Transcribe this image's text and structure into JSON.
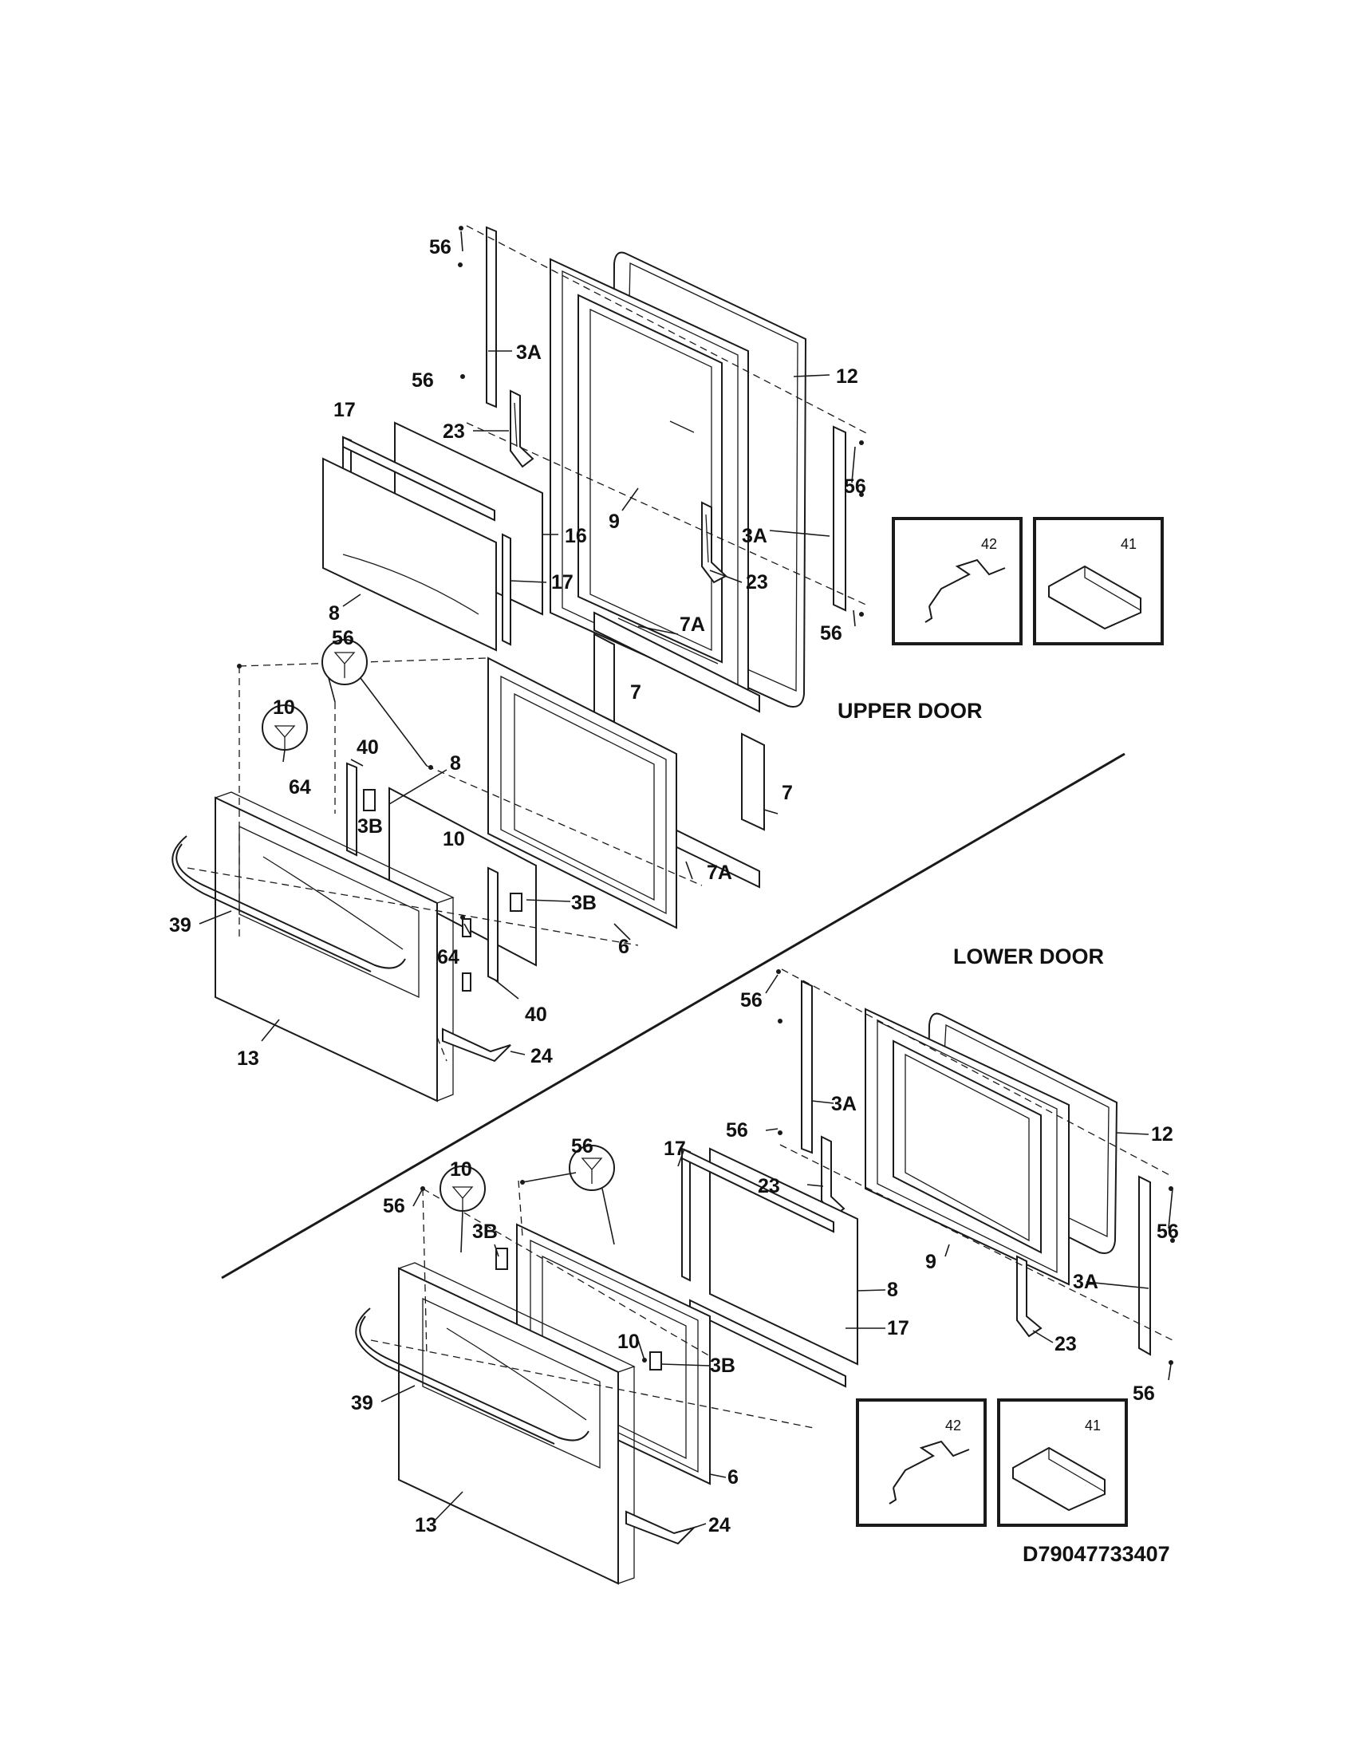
{
  "sections": {
    "upper": "UPPER DOOR",
    "lower": "LOWER DOOR"
  },
  "diagram_id": "D79047733407",
  "inset_labels": {
    "bracket": "42",
    "clip": "41"
  },
  "upper_callouts": {
    "c56a": "56",
    "c3a_left": "3A",
    "c56b": "56",
    "c12": "12",
    "c17_top": "17",
    "c23_left": "23",
    "c56_right": "56",
    "c9": "9",
    "c16": "16",
    "c3a_right": "3A",
    "c17_mid": "17",
    "c23_right": "23",
    "c8_glass": "8",
    "c56_bottom": "56",
    "c7a_top": "7A",
    "c56_circle": "56",
    "c7_upper": "7",
    "c10_circle": "10",
    "c40_top": "40",
    "c8_inner": "8",
    "c64_top": "64",
    "c7_right": "7",
    "c3b_left": "3B",
    "c10": "10",
    "c3b_right": "3B",
    "c39": "39",
    "c7a_bottom": "7A",
    "c6": "6",
    "c64_bottom": "64",
    "c40_bottom": "40",
    "c13": "13",
    "c24": "24"
  },
  "lower_callouts": {
    "c56_top": "56",
    "c3a_left": "3A",
    "c56_mid": "56",
    "c12": "12",
    "c17_top": "17",
    "c56_circle": "56",
    "c10_circle": "10",
    "c23_left": "23",
    "c56_left": "56",
    "c3b_left": "3B",
    "c56_right": "56",
    "c9": "9",
    "c3a_right": "3A",
    "c8": "8",
    "c17_bottom": "17",
    "c23_right": "23",
    "c10": "10",
    "c3b_right": "3B",
    "c56_bottom": "56",
    "c39": "39",
    "c6": "6",
    "c13": "13",
    "c24": "24"
  }
}
